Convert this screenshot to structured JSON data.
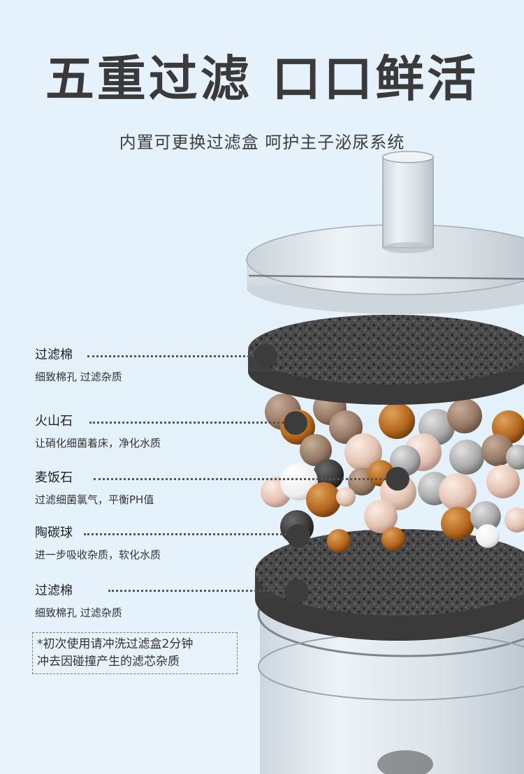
{
  "title": "五重过滤 口口鲜活",
  "subtitle": "内置可更换过滤盒 呵护主子泌尿系统",
  "layers": [
    {
      "name": "过滤棉",
      "desc": "细致棉孔 过滤杂质"
    },
    {
      "name": "火山石",
      "desc": "让硝化细菌着床，净化水质"
    },
    {
      "name": "麦饭石",
      "desc": "过滤细菌氯气，平衡PH值"
    },
    {
      "name": "陶碳球",
      "desc": "进一步吸收杂质，软化水质"
    },
    {
      "name": "过滤棉",
      "desc": "细致棉孔 过滤杂质"
    }
  ],
  "note": {
    "line1": "*初次使用请冲洗过滤盒2分钟",
    "line2": "冲去因碰撞产生的滤芯杂质"
  },
  "colors": {
    "background": "#e6f2fb",
    "title": "#3a3a3a",
    "foam": "#4a4a4a",
    "volcanic": "#a0826a",
    "maifan": "#e8cbbb",
    "ceramic": "#b86a1e"
  }
}
